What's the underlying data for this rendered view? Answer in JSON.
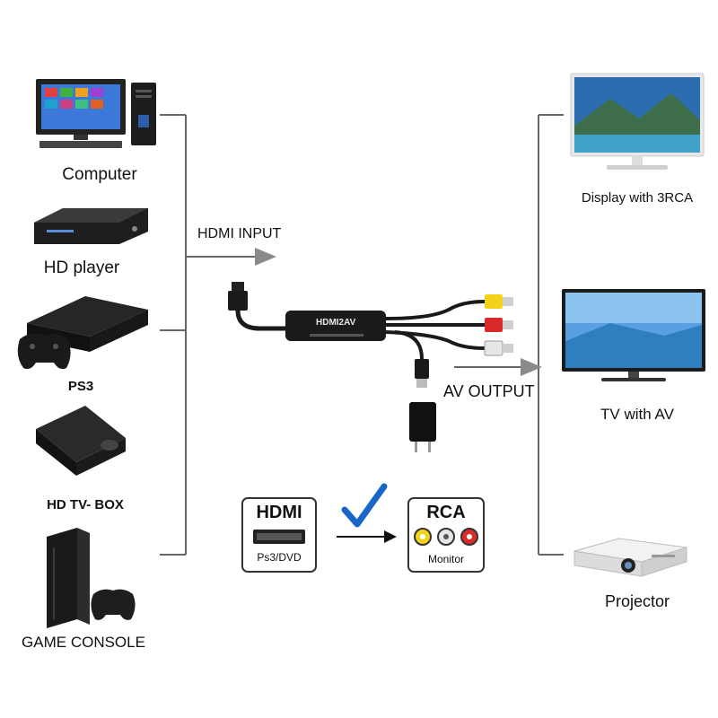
{
  "sources": [
    {
      "label": "Computer",
      "icon": "computer-icon"
    },
    {
      "label": "HD player",
      "icon": "hd-player-icon"
    },
    {
      "label": "PS3",
      "icon": "ps3-console-icon"
    },
    {
      "label": "HD TV- BOX",
      "icon": "tv-box-icon"
    },
    {
      "label": "GAME CONSOLE",
      "icon": "game-console-icon"
    }
  ],
  "outputs": [
    {
      "label": "Display with 3RCA",
      "icon": "monitor-display-icon"
    },
    {
      "label": "TV with AV",
      "icon": "tv-icon"
    },
    {
      "label": "Projector",
      "icon": "projector-icon"
    }
  ],
  "hdmi_input_label": "HDMI INPUT",
  "av_output_label": "AV OUTPUT",
  "converter_label": "HDMI2AV",
  "hdmi_box": {
    "title": "HDMI",
    "subtitle": "Ps3/DVD"
  },
  "rca_box": {
    "title": "RCA",
    "subtitle": "Monitor"
  },
  "colors": {
    "line": "#666666",
    "arrow": "#8a8a8a",
    "check": "#1a66c8",
    "rca_yellow": "#f2d21b",
    "rca_white": "#e6e6e6",
    "rca_red": "#d92b2b"
  }
}
